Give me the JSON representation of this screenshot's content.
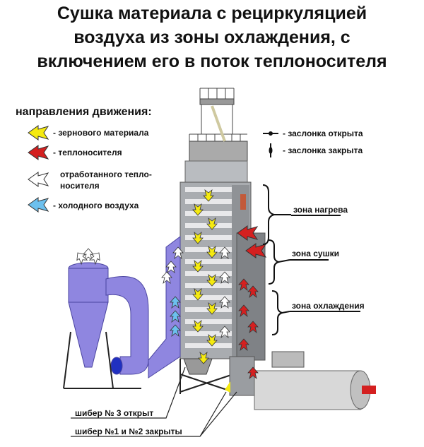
{
  "title": {
    "lines": [
      "Сушка материала с рециркуляцией",
      "воздуха из зоны охлаждения, с",
      "включением его в поток теплоносителя"
    ]
  },
  "legend": {
    "heading": "направления движения:",
    "items": [
      {
        "label": "- зернового материала",
        "color": "#f5ea10",
        "icon": "arrow-left-icon"
      },
      {
        "label": "- теплоносителя",
        "color": "#d42020",
        "icon": "arrow-left-icon"
      },
      {
        "label_line1": "отработанного тепло-",
        "label_line2": "носителя",
        "color": "#ffffff",
        "icon": "arrow-left-icon"
      },
      {
        "label": "- холодного воздуха",
        "color": "#6cc0ee",
        "icon": "arrow-left-icon"
      }
    ],
    "dampers": [
      {
        "label": "- заслонка открыта",
        "icon": "damper-open-icon"
      },
      {
        "label": "- заслонка закрыта",
        "icon": "damper-closed-icon"
      }
    ]
  },
  "zones": [
    "зона нагрева",
    "зона сушки",
    "зона охлаждения"
  ],
  "callouts": [
    "шибер № 3 открыт",
    "шибер №1 и №2 закрыты"
  ],
  "colors": {
    "tower": "#b9bcc0",
    "cyclone": "#8f86e0",
    "burner": "#d8d8d8",
    "accent_red": "#d42020"
  }
}
